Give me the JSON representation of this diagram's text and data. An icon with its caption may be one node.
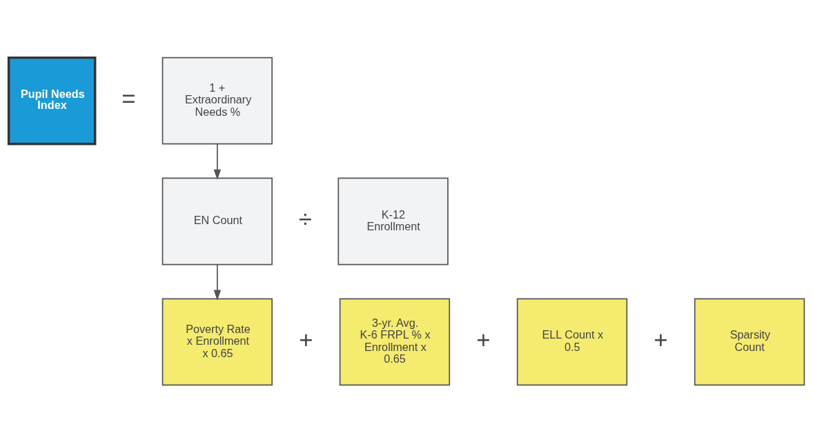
{
  "diagram": {
    "nodes": [
      {
        "text": [
          "Pupil Needs Index"
        ]
      },
      {
        "text": [
          "1 + Extraordinary Needs %"
        ]
      },
      {
        "text": [
          "EN Count"
        ]
      },
      {
        "text": [
          "K-12 Enrollment"
        ]
      },
      {
        "text": [
          "Poverty Rate x Enrollment x 0.65"
        ]
      },
      {
        "text": [
          "3-yr. Avg. K-6 FRPL % x Enrollment x 0.65"
        ]
      },
      {
        "text": [
          "ELL Count x 0.5"
        ]
      },
      {
        "text": [
          "Sparsity Count"
        ]
      }
    ],
    "edges": [
      {
        "from": 1,
        "to": 2,
        "arrow": "to"
      },
      {
        "from": 2,
        "to": 4,
        "arrow": "to"
      }
    ],
    "labels": [
      "=",
      "÷",
      "+",
      "+",
      "+"
    ]
  }
}
